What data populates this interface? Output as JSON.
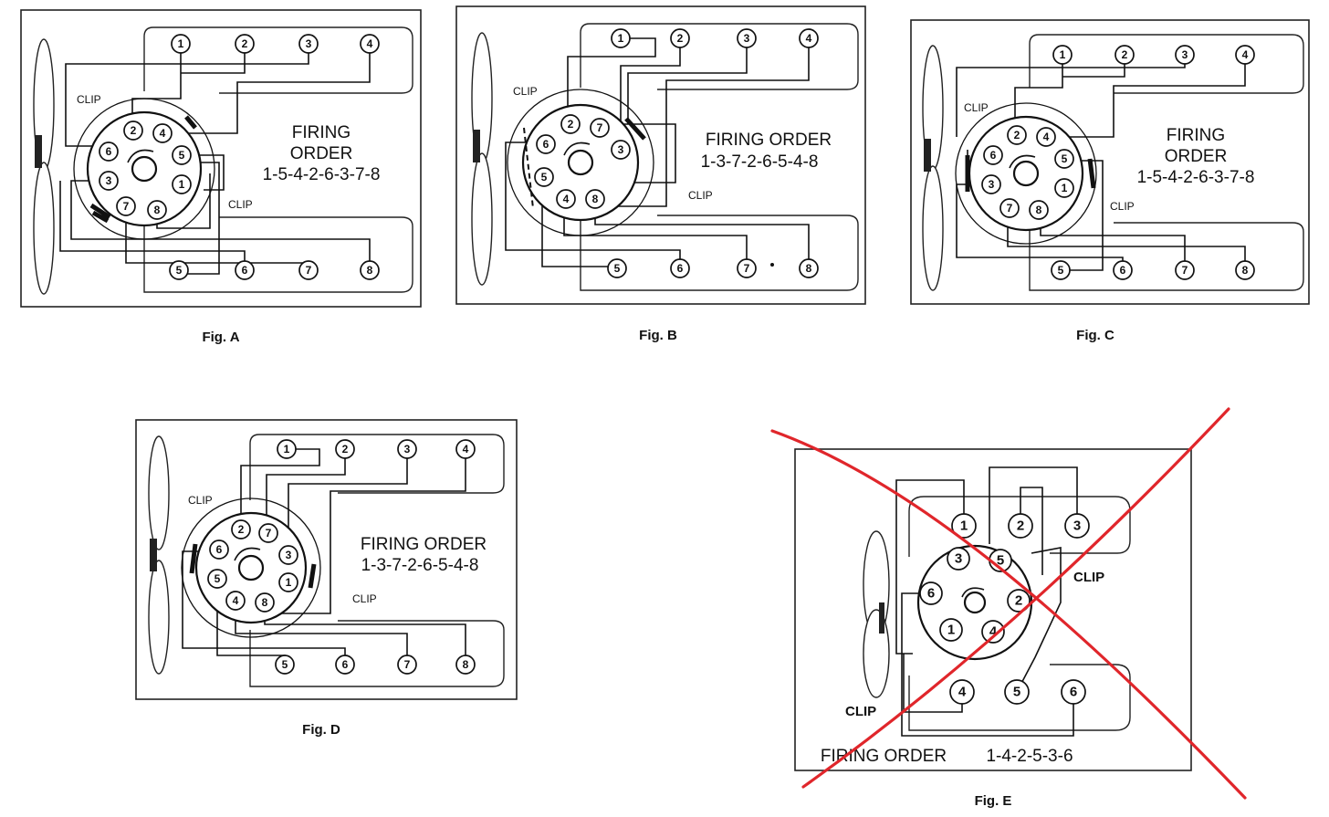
{
  "figures": {
    "a": {
      "caption": "Fig. A",
      "firing_order_title": [
        "FIRING",
        "ORDER"
      ],
      "firing_order": "1-5-4-2-6-3-7-8",
      "clip_labels": [
        "CLIP",
        "CLIP"
      ],
      "cap_numbers": [
        "2",
        "4",
        "6",
        "5",
        "3",
        "1",
        "7",
        "8"
      ],
      "top_cylinders": [
        "1",
        "2",
        "3",
        "4"
      ],
      "bottom_cylinders": [
        "5",
        "6",
        "7",
        "8"
      ]
    },
    "b": {
      "caption": "Fig. B",
      "firing_order_title": [
        "FIRING ORDER"
      ],
      "firing_order": "1-3-7-2-6-5-4-8",
      "clip_labels": [
        "CLIP",
        "CLIP"
      ],
      "cap_numbers": [
        "2",
        "7",
        "6",
        "3",
        "5",
        "4",
        "8"
      ],
      "top_cylinders": [
        "1",
        "2",
        "3",
        "4"
      ],
      "bottom_cylinders": [
        "5",
        "6",
        "7",
        "8"
      ]
    },
    "c": {
      "caption": "Fig. C",
      "firing_order_title": [
        "FIRING",
        "ORDER"
      ],
      "firing_order": "1-5-4-2-6-3-7-8",
      "clip_labels": [
        "CLIP",
        "CLIP"
      ],
      "cap_numbers": [
        "2",
        "4",
        "6",
        "5",
        "3",
        "1",
        "7",
        "8"
      ],
      "top_cylinders": [
        "1",
        "2",
        "3",
        "4"
      ],
      "bottom_cylinders": [
        "5",
        "6",
        "7",
        "8"
      ]
    },
    "d": {
      "caption": "Fig. D",
      "firing_order_title": [
        "FIRING ORDER"
      ],
      "firing_order": "1-3-7-2-6-5-4-8",
      "clip_labels": [
        "CLIP",
        "CLIP"
      ],
      "cap_numbers": [
        "2",
        "7",
        "6",
        "3",
        "5",
        "1",
        "4",
        "8"
      ],
      "top_cylinders": [
        "1",
        "2",
        "3",
        "4"
      ],
      "bottom_cylinders": [
        "5",
        "6",
        "7",
        "8"
      ]
    },
    "e": {
      "caption": "Fig. E",
      "firing_order_label": "FIRING ORDER",
      "firing_order": "1-4-2-5-3-6",
      "clip_labels": [
        "CLIP",
        "CLIP"
      ],
      "cap_numbers": [
        "3",
        "5",
        "6",
        "2",
        "1",
        "4"
      ],
      "top_cylinders": [
        "1",
        "2",
        "3"
      ],
      "bottom_cylinders": [
        "4",
        "5",
        "6"
      ],
      "crossed_out": true
    }
  },
  "colors": {
    "line": "#111111",
    "cross_out": "#e0262b"
  }
}
